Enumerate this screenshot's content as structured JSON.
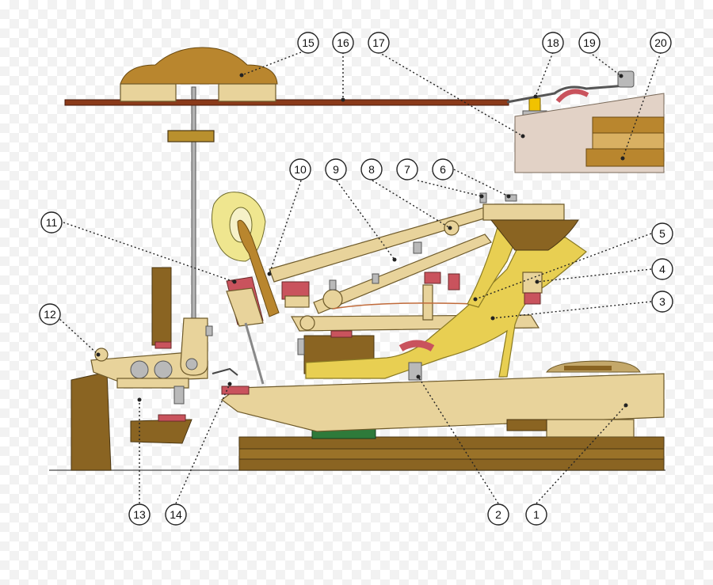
{
  "colors": {
    "wood_light": "#e8d39b",
    "wood_dark": "#8a6422",
    "felt_red": "#c9535d",
    "brass_yellow": "#e8cf52",
    "string_brown": "#8a3a1a",
    "green_felt": "#2e7a3a",
    "label_stroke": "#222222"
  },
  "labels": [
    "1",
    "2",
    "3",
    "4",
    "5",
    "6",
    "7",
    "8",
    "9",
    "10",
    "11",
    "12",
    "13",
    "14",
    "15",
    "16",
    "17",
    "18",
    "19",
    "20"
  ]
}
